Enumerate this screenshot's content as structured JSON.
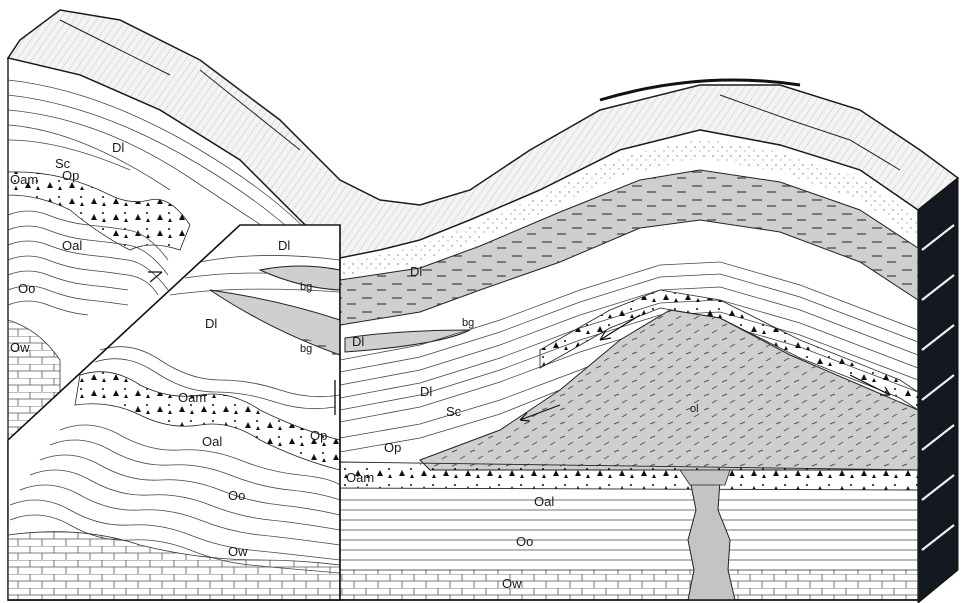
{
  "labels": {
    "dl": "Dl",
    "sc": "Sc",
    "op": "Op",
    "oam": "Oam",
    "oal": "Oal",
    "oo": "Oo",
    "ow": "Ow",
    "bg": "bg",
    "ol": "ol"
  },
  "colors": {
    "ink": "#1a1a1a",
    "paper": "#ffffff",
    "shade": "#cfcfcf",
    "intrusion": "#c4c4c4",
    "side_face": "#141820"
  }
}
